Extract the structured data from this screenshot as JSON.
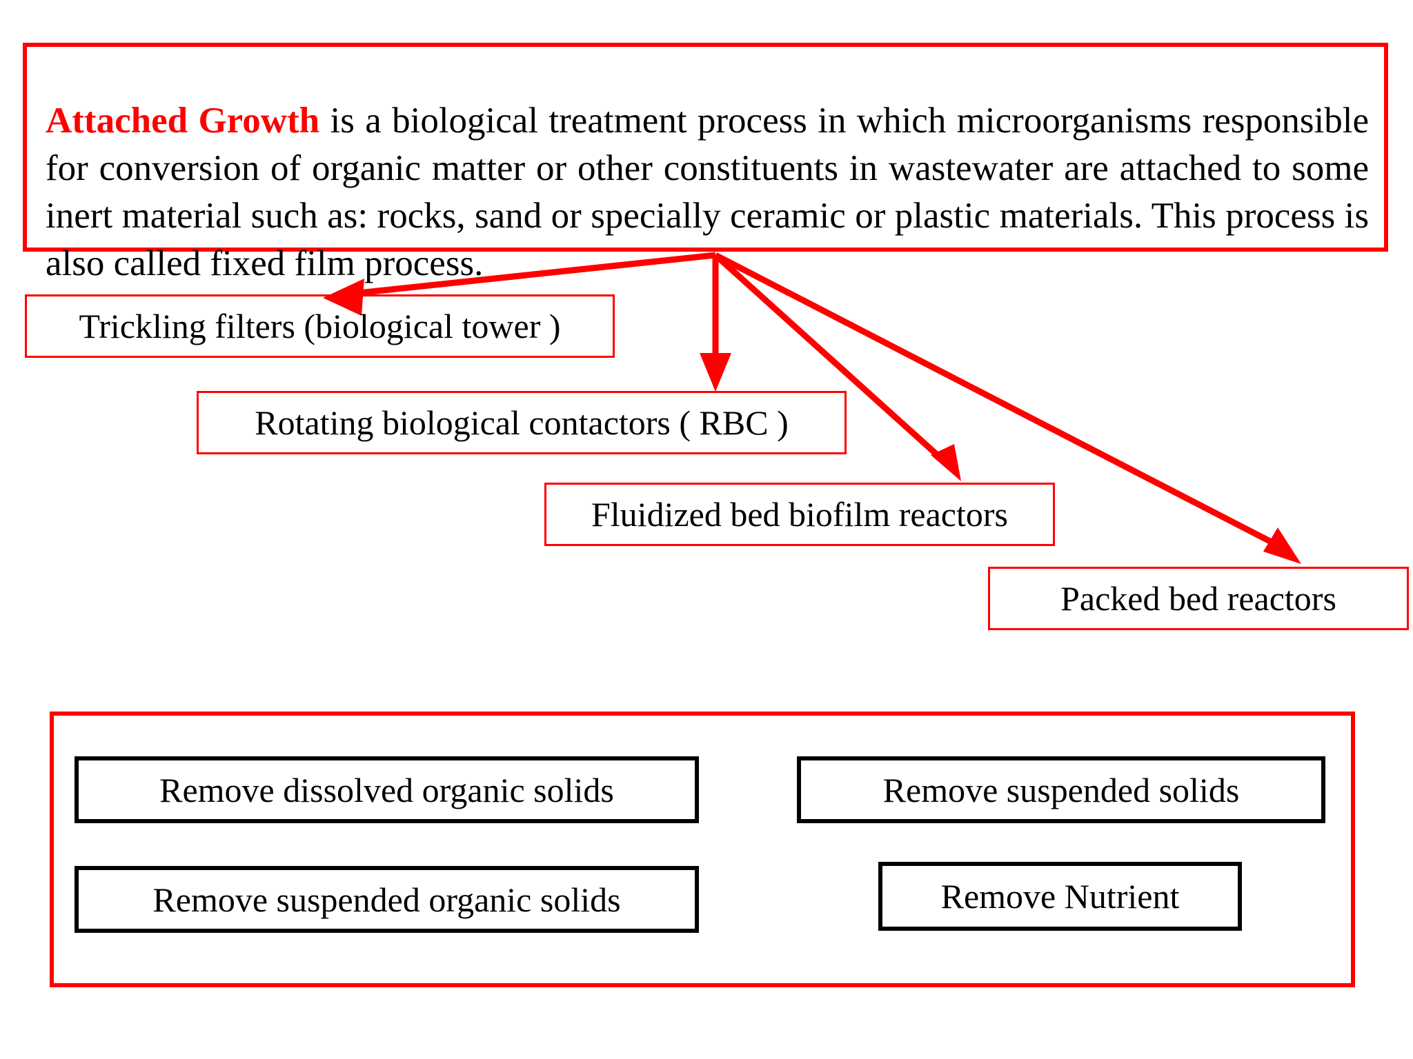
{
  "definition": {
    "keyword": "Attached Growth",
    "body": " is a biological treatment process in which microorganisms responsible for conversion of organic matter or other constituents in wastewater are attached to some inert material such as: rocks, sand or specially ceramic or plastic materials. This process is also called fixed film process."
  },
  "processes": [
    {
      "id": "trickling",
      "label": "Trickling filters (biological tower )"
    },
    {
      "id": "rbc",
      "label": "Rotating biological contactors ( RBC )"
    },
    {
      "id": "fluid",
      "label": "Fluidized bed biofilm reactors"
    },
    {
      "id": "packed",
      "label": "Packed bed reactors"
    }
  ],
  "goals": [
    {
      "id": "dissolved",
      "label": "Remove dissolved organic solids"
    },
    {
      "id": "suspended",
      "label": "Remove suspended solids"
    },
    {
      "id": "susporg",
      "label": "Remove suspended organic solids"
    },
    {
      "id": "nutrient",
      "label": "Remove Nutrient"
    }
  ],
  "colors": {
    "accent_red": "#fe0000",
    "text_black": "#000000",
    "background": "#ffffff"
  },
  "connectors": [
    {
      "from": "definition",
      "to": "trickling",
      "direction": "down-left"
    },
    {
      "from": "definition",
      "to": "rbc",
      "direction": "down"
    },
    {
      "from": "definition",
      "to": "fluid",
      "direction": "down-right"
    },
    {
      "from": "definition",
      "to": "packed",
      "direction": "down-right"
    }
  ]
}
